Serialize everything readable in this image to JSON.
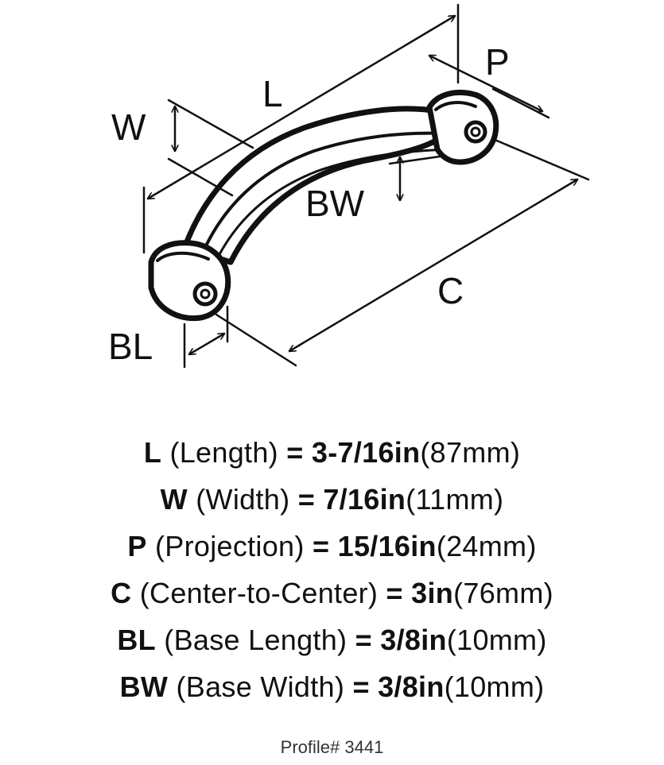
{
  "diagram": {
    "labels": {
      "L": "L",
      "W": "W",
      "P": "P",
      "BW": "BW",
      "C": "C",
      "BL": "BL"
    }
  },
  "specs": [
    {
      "code": "L",
      "name": "(Length)",
      "eq": "=",
      "imperial": "3-7/16in",
      "metric": "(87mm)"
    },
    {
      "code": "W",
      "name": "(Width)",
      "eq": "=",
      "imperial": "7/16in",
      "metric": "(11mm)"
    },
    {
      "code": "P",
      "name": "(Projection)",
      "eq": "=",
      "imperial": "15/16in",
      "metric": "(24mm)"
    },
    {
      "code": "C",
      "name": "(Center-to-Center)",
      "eq": "=",
      "imperial": "3in",
      "metric": "(76mm)"
    },
    {
      "code": "BL",
      "name": "(Base Length)",
      "eq": "=",
      "imperial": "3/8in",
      "metric": "(10mm)"
    },
    {
      "code": "BW",
      "name": "(Base Width)",
      "eq": "=",
      "imperial": "3/8in",
      "metric": "(10mm)"
    }
  ],
  "profile": "Profile# 3441"
}
